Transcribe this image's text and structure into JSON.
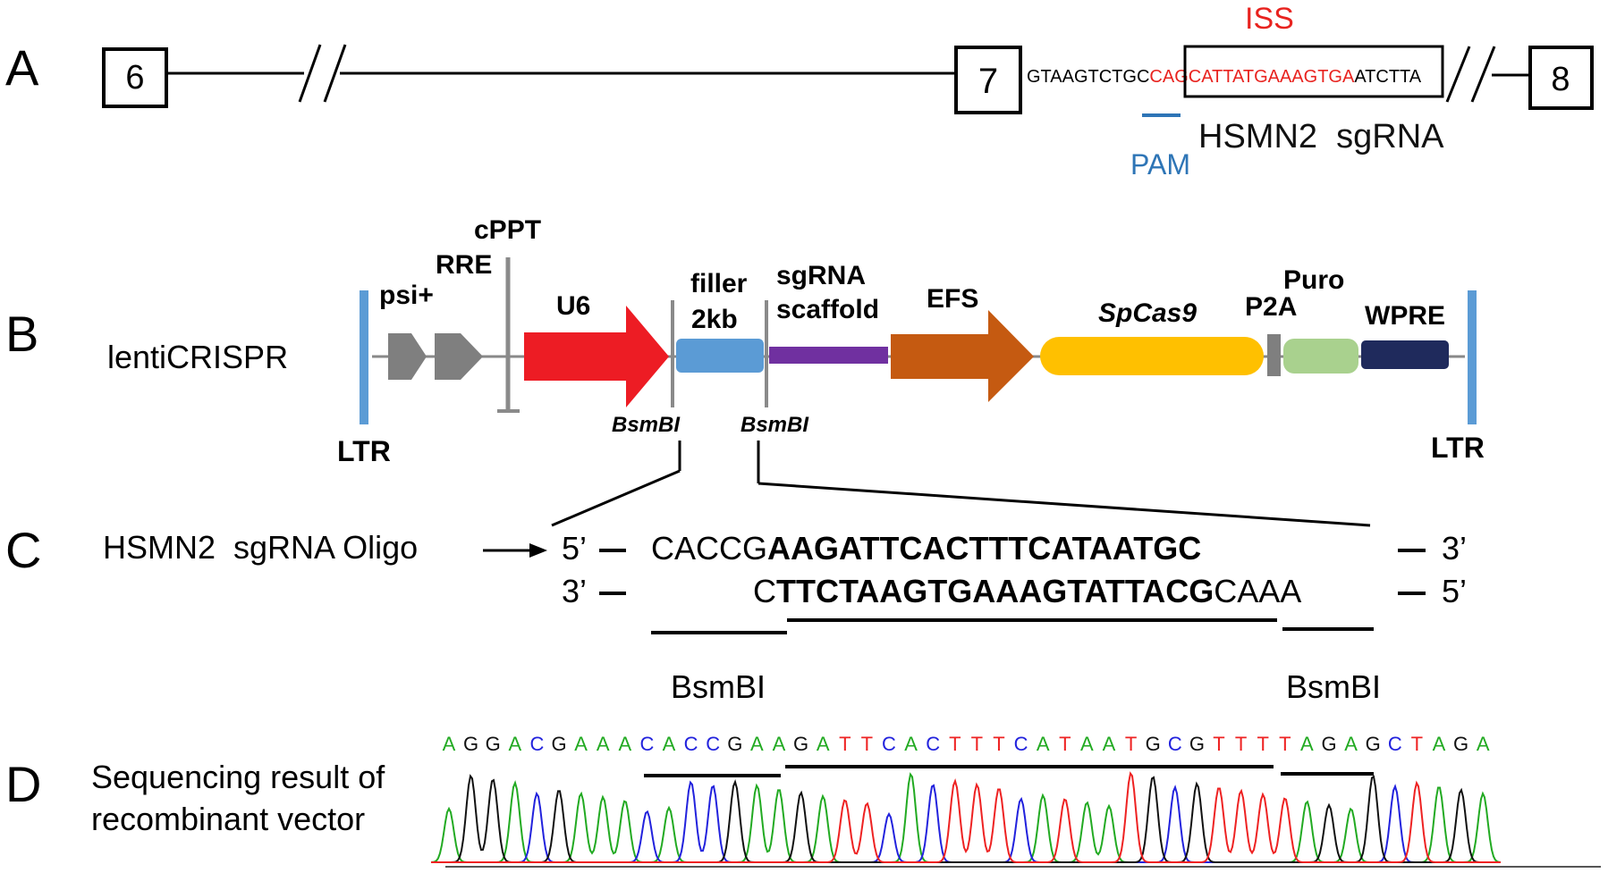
{
  "panels": {
    "a": "A",
    "b": "B",
    "c": "C",
    "d": "D"
  },
  "panel_a": {
    "exon_6": "6",
    "exon_7": "7",
    "exon_8": "8",
    "seq_black_pre": "GTAAGTCTGC",
    "seq_red": "CAGCATTATGAAAGTGA",
    "seq_black_post": "ATCTTA",
    "iss_label": "ISS",
    "pam_label": "PAM",
    "sgrna_label": "HSMN2  sgRNA",
    "colors": {
      "iss": "#e8231f",
      "pam": "#2e75b6"
    }
  },
  "panel_b": {
    "vector_name": "lentiCRISPR",
    "labels": {
      "psi": "psi+",
      "rre": "RRE",
      "cppt": "cPPT",
      "u6": "U6",
      "filler_1": "filler",
      "filler_2": "2kb",
      "scaffold_1": "sgRNA",
      "scaffold_2": "scaffold",
      "efs": "EFS",
      "spcas9": "SpCas9",
      "p2a": "P2A",
      "puro": "Puro",
      "wpre": "WPRE",
      "ltr_left": "LTR",
      "ltr_right": "LTR",
      "bsmbi_1": "BsmBI",
      "bsmbi_2": "BsmBI"
    },
    "colors": {
      "ltr": "#5b9bd5",
      "psi": "#7f7f7f",
      "u6": "#ed1c24",
      "filler": "#5b9bd5",
      "scaffold": "#7030a0",
      "efs": "#c55a11",
      "spcas9": "#ffc000",
      "p2a": "#7f7f7f",
      "puro": "#a9d18e",
      "wpre": "#1f2a5c"
    }
  },
  "panel_c": {
    "oligo_label": "HSMN2  sgRNA Oligo",
    "top_5": "5’",
    "top_3": "3’",
    "top_prefix": "CACCG",
    "top_bold": "AAGATTCACTTTCATAATGC",
    "bot_3": "3’",
    "bot_5": "5’",
    "bot_prefix": "C",
    "bot_bold": "TTCTAAGTGAAAGTATTACG",
    "bot_suffix": "CAAA",
    "bsmbi_left": "BsmBI",
    "bsmbi_right": "BsmBI"
  },
  "panel_d": {
    "label_1": "Sequencing result of",
    "label_2": "recombinant vector",
    "bases": "AGGACGAAACACCGAAGATTCACTTTCATAATGCGTTTTAGAGCTAGA",
    "base_colors": {
      "A": "#22aa22",
      "C": "#2222dd",
      "G": "#111111",
      "T": "#ee2222"
    }
  }
}
